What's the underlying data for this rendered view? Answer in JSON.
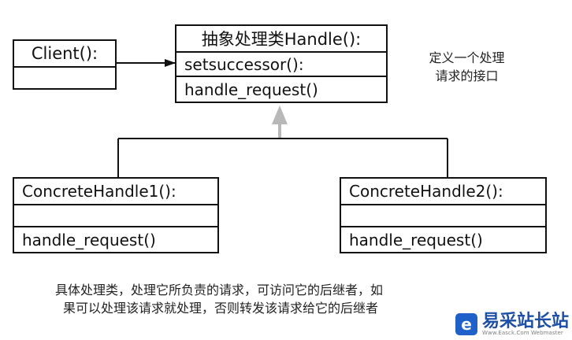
{
  "diagram": {
    "client": {
      "title": "Client():",
      "attributes": ""
    },
    "abstract_handler": {
      "title": "抽象处理类Handle():",
      "attribute": "setsuccessor():",
      "method": "handle_request()"
    },
    "concrete_handler_1": {
      "title": "ConcreteHandle1():",
      "attributes": "",
      "method": "handle_request()"
    },
    "concrete_handler_2": {
      "title": "ConcreteHandle2():",
      "attributes": "",
      "method": "handle_request()"
    },
    "notes": {
      "interface_note_line_1": "定义一个处理",
      "interface_note_line_2": "请求的接口",
      "concrete_note_line_1": "具体处理类，处理它所负责的请求，可访问它的后继者，如",
      "concrete_note_line_2": "果可以处理该请求就处理，否则转发该请求给它的后继者"
    },
    "colors": {
      "line": "#111111",
      "inherit_arrow": "#b8b8b8",
      "watermark": "#1e4fa6"
    }
  },
  "watermark": {
    "icon": "e",
    "title": "易采站长站",
    "subtitle": "Www.Easck.Com Webmaster"
  }
}
